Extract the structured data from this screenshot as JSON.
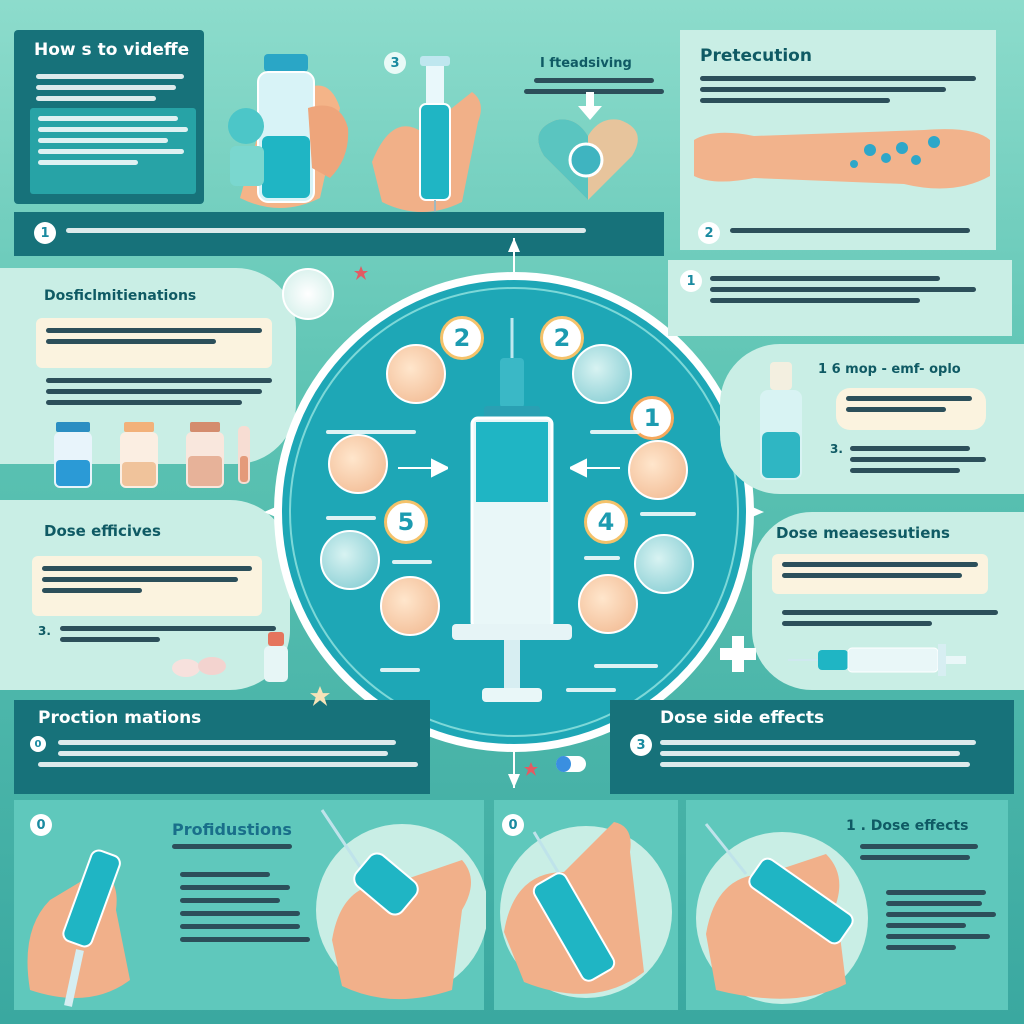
{
  "headings": {
    "how_to": "How s to videffe",
    "protection": "Pretecution",
    "dose_indications": "Dosficlmitienations",
    "dose_effectives": "Dose efficives",
    "dose_measurements": "Dose meaesesutiens",
    "proction_mations": "Proction mations",
    "dose_side_effects": "Dose side effects",
    "profidustions": "Profidustions",
    "dose_effects": "1 . Dose effects",
    "vial_callout": "1 6 mop - emf- oplo",
    "top_center_callout": "I fteadsiving"
  },
  "badges": {
    "how_to_step": "1",
    "protection_step": "2",
    "right_top_step": "1",
    "dose_step": "3.",
    "vial_step": "3.",
    "bottom_left_step": "0",
    "bottom_mid_step": "0",
    "side_effects_step": "3",
    "proction_step": "0",
    "top_syringe_step": "3"
  },
  "wheel": {
    "step_left_top": "2",
    "step_right_top": "2",
    "step_left_mid": "5",
    "step_right_mid": "4",
    "step_right_upper": "1"
  },
  "colors": {
    "accent": "#1fb5c4",
    "dark_panel": "#17727a",
    "paper": "#fbf3df",
    "ring": "#ffffff"
  }
}
